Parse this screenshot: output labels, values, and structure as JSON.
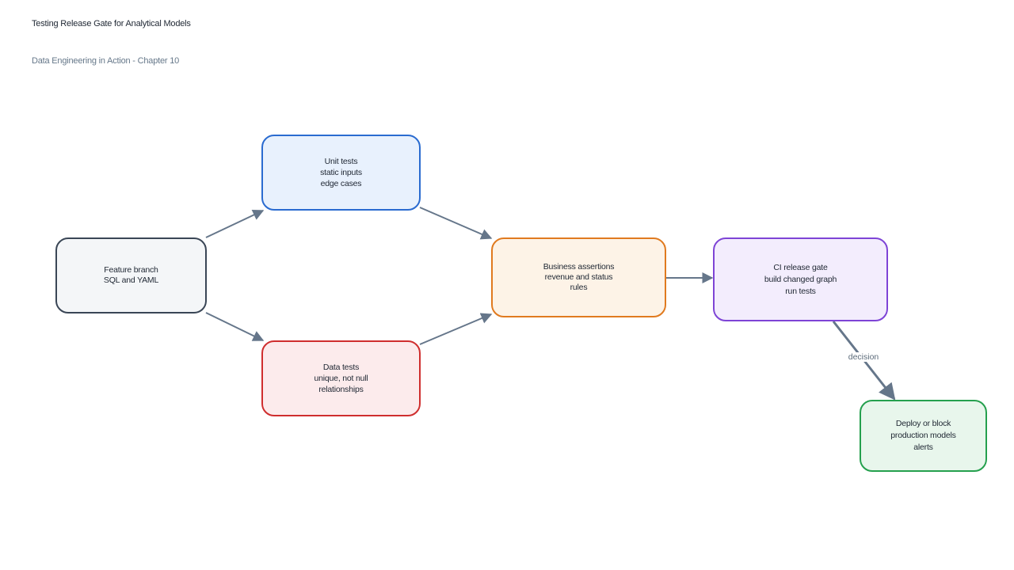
{
  "header": {
    "title": "Testing Release Gate for Analytical Models",
    "subtitle": "Data Engineering in Action - Chapter 10"
  },
  "colors": {
    "edge": "#65768a",
    "feature_border": "#3a4656",
    "unit_border": "#2a6bd0",
    "data_border": "#cf2e2e",
    "business_border": "#e07a1f",
    "ci_border": "#7e44d6",
    "deploy_border": "#25a04e"
  },
  "nodes": {
    "feature": {
      "lines": [
        "Feature branch",
        "SQL and YAML"
      ]
    },
    "unit": {
      "lines": [
        "Unit tests",
        "static inputs",
        "edge cases"
      ]
    },
    "data": {
      "lines": [
        "Data tests",
        "unique, not null",
        "relationships"
      ]
    },
    "business": {
      "lines": [
        "Business assertions",
        "revenue and status",
        "rules"
      ]
    },
    "ci": {
      "lines": [
        "CI release gate",
        "build changed graph",
        "run tests"
      ]
    },
    "deploy": {
      "lines": [
        "Deploy or block",
        "production models",
        "alerts"
      ]
    }
  },
  "edges": {
    "ci_to_deploy_label": "decision"
  }
}
